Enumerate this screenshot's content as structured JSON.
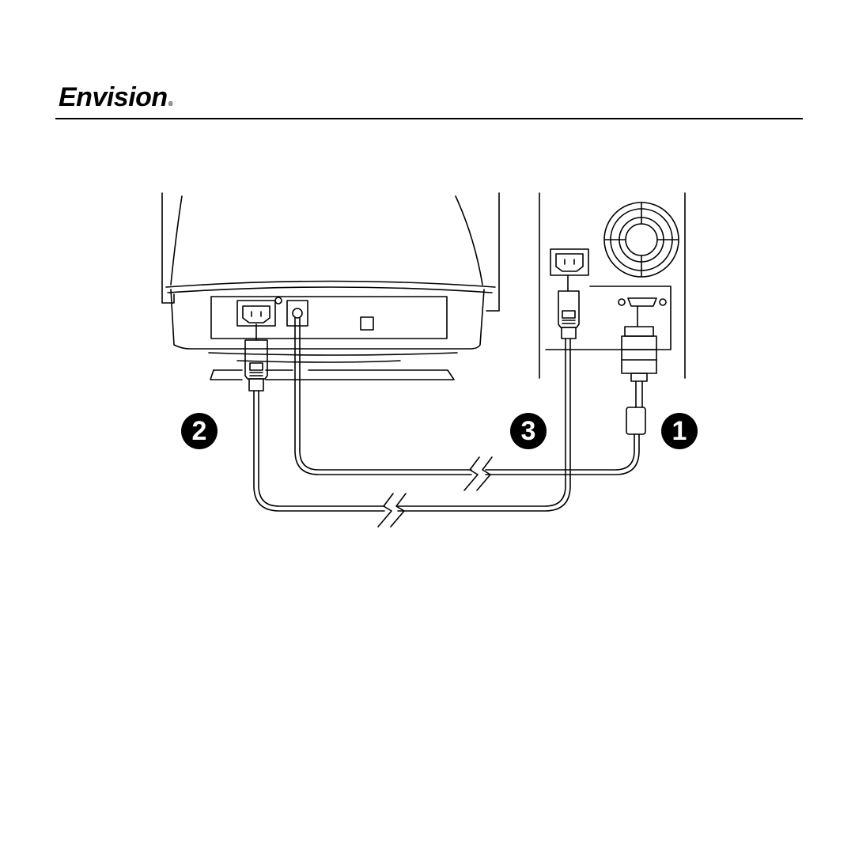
{
  "header": {
    "brand_name": "Envision",
    "brand_registered_mark": "®"
  },
  "steps": {
    "step_1": "1",
    "step_2": "2",
    "step_3": "3"
  },
  "colors": {
    "ink": "#000000",
    "paper": "#ffffff"
  }
}
